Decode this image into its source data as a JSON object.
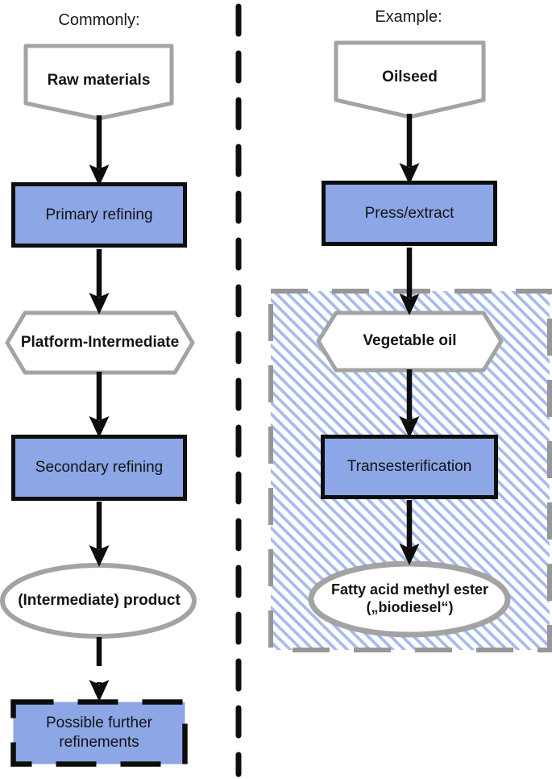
{
  "columns": {
    "left": {
      "title": "Commonly:",
      "nodes": {
        "raw_materials": "Raw materials",
        "primary_refining": "Primary refining",
        "platform_intermediate": "Platform-Intermediate",
        "secondary_refining": "Secondary refining",
        "intermediate_product": "(Intermediate) product",
        "possible_further_refinements": "Possible further refinements"
      }
    },
    "right": {
      "title": "Example:",
      "nodes": {
        "oilseed": "Oilseed",
        "press_extract": "Press/extract",
        "vegetable_oil": "Vegetable oil",
        "transesterification": "Transesterification",
        "fatty_acid_methyl_ester": "Fatty acid methyl ester („biodiesel“)"
      }
    }
  },
  "colors": {
    "process_box_fill": "#8CA6E6",
    "hatch_stripe": "#A5B9EE",
    "shape_border_gray": "#A3A3A3",
    "region_border_gray": "#979797",
    "arrow_black": "#0D0D0D"
  }
}
